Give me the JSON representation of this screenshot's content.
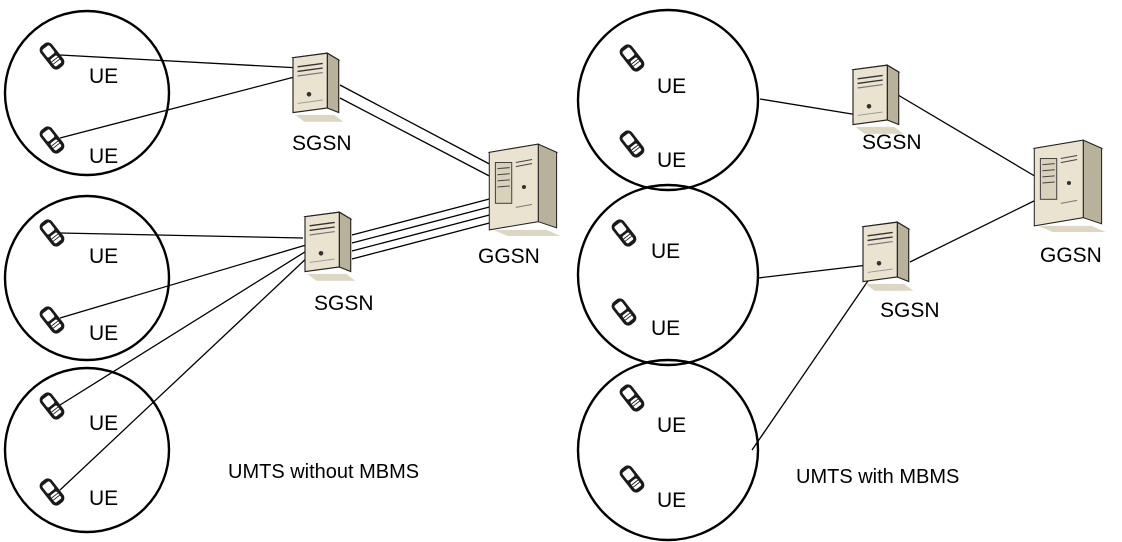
{
  "diagram_a": {
    "caption": "UMTS without MBMS",
    "ggsn_label": "GGSN",
    "sgsn_labels": [
      "SGSN",
      "SGSN"
    ],
    "ue_labels": [
      "UE",
      "UE",
      "UE",
      "UE",
      "UE",
      "UE"
    ]
  },
  "diagram_b": {
    "caption": "UMTS with MBMS",
    "ggsn_label": "GGSN",
    "sgsn_labels": [
      "SGSN",
      "SGSN"
    ],
    "ue_labels": [
      "UE",
      "UE",
      "UE",
      "UE",
      "UE",
      "UE"
    ]
  },
  "colors": {
    "server_body": "#e9e3cf",
    "server_side": "#b9b29a",
    "server_top": "#f6f2e4",
    "shadow": "#dcd6c2",
    "phone": "#1a1a1a"
  },
  "icons": {
    "ue": "mobile-phone-icon",
    "sgsn": "server-tower-icon",
    "ggsn": "server-cabinet-icon"
  }
}
